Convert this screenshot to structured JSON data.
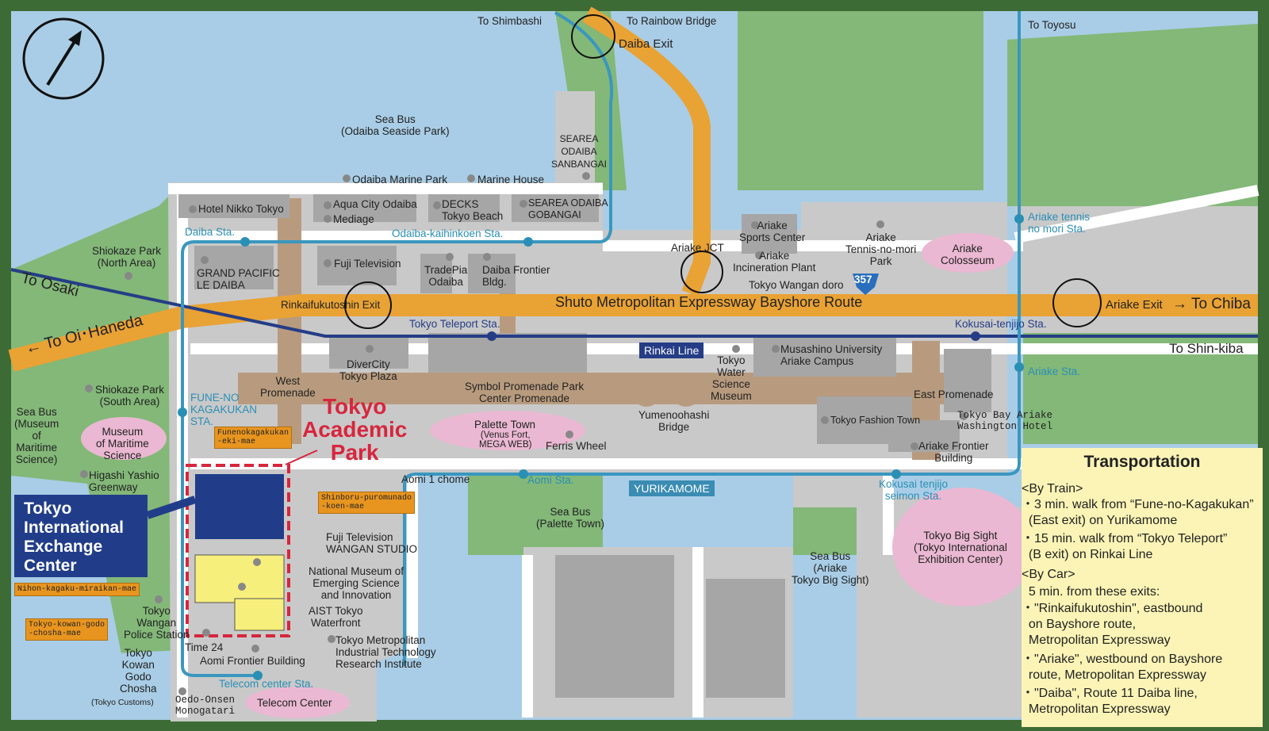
{
  "colors": {
    "water": "#a9cde6",
    "land": "#c9c9c9",
    "green": "#83b878",
    "frame": "#3d6b35",
    "road": "#ffffff",
    "expressway": "#e9a234",
    "yurikamome": "#3a97bf",
    "rinkai": "#253d86",
    "promenade": "#b89b7e",
    "pink": "#eab8d2",
    "legend_bg": "#fbf4b6",
    "tag": "#e8951f",
    "highlight": "#d7263d",
    "tiec_bg": "#213d8a",
    "building_yellow": "#f7ef7c"
  },
  "icons": {
    "north_arrow": "north-arrow-icon",
    "exit": "expressway-exit-icon",
    "route": "route-357-shield-icon",
    "bus_stop": "bus-stop-icon",
    "traffic_light": "traffic-light-icon"
  },
  "directions": {
    "shimbashi": "To Shimbashi",
    "rainbow": "To Rainbow Bridge",
    "toyosu": "To Toyosu",
    "osaki": "To Osaki",
    "oi_haneda": "To Oi･Haneda",
    "chiba": "To Chiba",
    "shinkiba": "To Shin-kiba"
  },
  "exits": {
    "daiba": "Daiba Exit",
    "rinkai": "Rinkaifukutoshin Exit",
    "ariake": "Ariake Exit",
    "ariake_jct": "Ariake JCT"
  },
  "roads": {
    "expressway": "Shuto Metropolitan Expressway Bayshore Route",
    "wangan": "Tokyo Wangan doro",
    "route_num": "357"
  },
  "lines": {
    "rinkai": "Rinkai Line",
    "yurikamome": "YURIKAMOME"
  },
  "stations": {
    "daiba": "Daiba Sta.",
    "odaiba_kaihinkoen": "Odaiba-kaihinkoen Sta.",
    "teleport": "Tokyo Teleport Sta.",
    "kokusai_tenjijo": "Kokusai-tenjijo Sta.",
    "ariake_tennis": "Ariake tennis\nno mori Sta.",
    "ariake": "Ariake Sta.",
    "fune": "FUNE-NO\nKAGAKUKAN\nSTA.",
    "aomi": "Aomi Sta.",
    "kokusai_seimon": "Kokusai tenjijo\nseimon Sta.",
    "telecom": "Telecom center Sta."
  },
  "places": {
    "seabus_seaside": "Sea Bus\n(Odaiba Seaside Park)",
    "searea_sanbangai": "SEAREA\nODAIBA\nSANBANGAI",
    "marine_park": "Odaiba Marine Park",
    "marine_house": "Marine House",
    "hotel_nikko": "Hotel Nikko Tokyo",
    "aqua_city": "Aqua City Odaiba",
    "mediage": "Mediage",
    "decks": "DECKS\nTokyo Beach",
    "searea_gobangai": "SEAREA ODAIBA\nGOBANGAI",
    "shiokaze_north": "Shiokaze Park\n(North Area)",
    "grand_pacific": "GRAND PACIFIC\nLE DAIBA",
    "fuji_tv": "Fuji Television",
    "tradepia": "TradePia\nOdaiba",
    "daiba_frontier": "Daiba Frontier\nBldg.",
    "ariake_sports": "Ariake\nSports Center",
    "ariake_incin": "Ariake\nIncineration Plant",
    "ariake_tennis_park": "Ariake\nTennis-no-mori\nPark",
    "colosseum": "Ariake\nColosseum",
    "divercity": "DiverCity\nTokyo Plaza",
    "west_prom": "West\nPromenade",
    "shiokaze_south": "Shiokaze Park\n(South Area)",
    "seabus_museum": "Sea Bus\n(Museum\nof\nMaritime\nScience)",
    "museum_maritime": "Museum\nof Maritime\nScience",
    "symbol_prom": "Symbol Promenade Park\nCenter Promenade",
    "palette": "Palette Town",
    "palette_sub": "(Venus Fort,\nMEGA WEB)",
    "ferris": "Ferris Wheel",
    "yumenoohashi": "Yumenoohashi\nBridge",
    "water_museum": "Tokyo\nWater\nScience\nMuseum",
    "musashino": "Musashino University\nAriake Campus",
    "east_prom": "East Promenade",
    "fashion_town": "Tokyo Fashion Town",
    "bay_ariake": "Tokyo Bay Ariake\nWashington Hotel",
    "ariake_frontier": "Ariake Frontier\nBuilding",
    "higashi_yashio": "Higashi Yashio\nGreenway",
    "aomi_1": "Aomi 1 chome",
    "seabus_palette": "Sea Bus\n(Palette Town)",
    "fuji_wangan": "Fuji Television\nWANGAN STUDIO",
    "miraikan": "National Museum of\nEmerging Science\nand Innovation",
    "aist": "AIST Tokyo\nWaterfront",
    "metro_tech": "Tokyo Metropolitan\nIndustrial Technology\nResearch Institute",
    "time24": "Time 24",
    "aomi_frontier": "Aomi Frontier Building",
    "wangan_police": "Tokyo\nWangan\nPolice Station",
    "kowan": "Tokyo\nKowan\nGodo\nChosha",
    "customs": "(Tokyo Customs)",
    "oedo": "Oedo-Onsen\nMonogatari",
    "telecom_center": "Telecom Center",
    "seabus_bigsight": "Sea Bus\n(Ariake\nTokyo Big Sight)",
    "big_sight": "Tokyo Big Sight\n(Tokyo International\nExhibition Center)",
    "academic_park": "Tokyo\nAcademic\nPark",
    "tiec": "Tokyo\nInternational\nExchange\nCenter"
  },
  "bus_stops": {
    "funeno": "Funenokagakukan\n-eki-mae",
    "shinboru": "Shinboru-puromunado\n-koen-mae",
    "nihon": "Nihon-kagaku-miraikan-mae",
    "kowan": "Tokyo-kowan-godo\n-chosha-mae"
  },
  "legend": {
    "title": "Transportation",
    "train_h": "<By Train>",
    "train_1": "・3 min. walk from “Fune-no-Kagakukan”\n  (East exit) on Yurikamome",
    "train_2": "・15 min. walk from “Tokyo Teleport”\n  (B exit) on Rinkai Line",
    "car_h": "<By Car>",
    "car_intro": "  5 min. from these exits:",
    "car_1": "・\"Rinkaifukutoshin\", eastbound\n  on Bayshore route,\n  Metropolitan Expressway",
    "car_2": "・\"Ariake\", westbound on Bayshore\n  route, Metropolitan Expressway",
    "car_3": "・\"Daiba\", Route 11 Daiba line,\n  Metropolitan Expressway"
  }
}
